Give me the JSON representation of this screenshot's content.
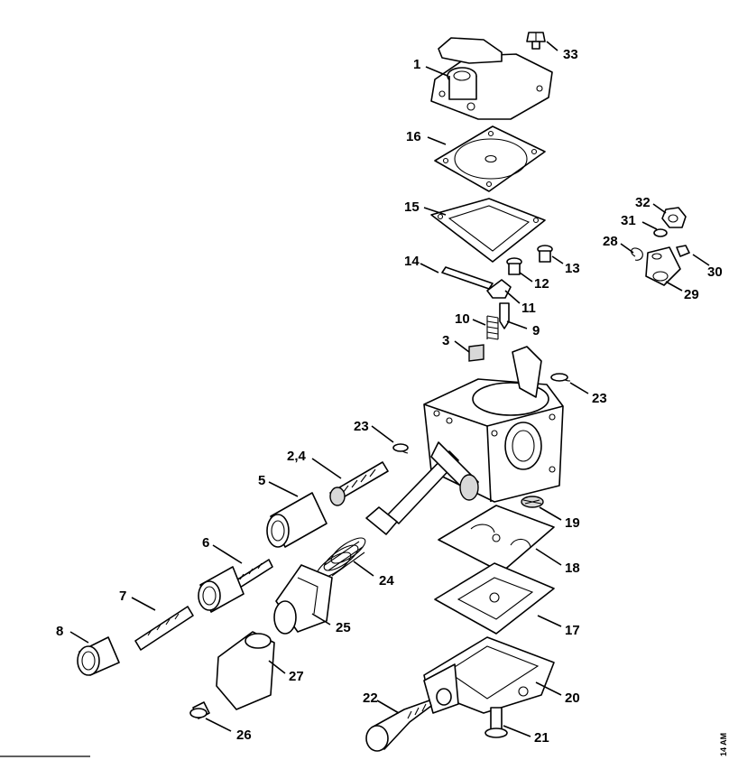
{
  "labels": {
    "p1": "1",
    "p33": "33",
    "p16": "16",
    "p15": "15",
    "p32": "32",
    "p31": "31",
    "p28": "28",
    "p30": "30",
    "p29": "29",
    "p14": "14",
    "p13": "13",
    "p12": "12",
    "p11": "11",
    "p10": "10",
    "p9": "9",
    "p3": "3",
    "p23a": "23",
    "p23b": "23",
    "p24": "2,4",
    "p5": "5",
    "p19": "19",
    "p18": "18",
    "p6": "6",
    "p24b": "24",
    "p7": "7",
    "p17": "17",
    "p25": "25",
    "p8": "8",
    "p27": "27",
    "p20": "20",
    "p22": "22",
    "p26": "26",
    "p21": "21"
  },
  "corner_code": "14 AM"
}
